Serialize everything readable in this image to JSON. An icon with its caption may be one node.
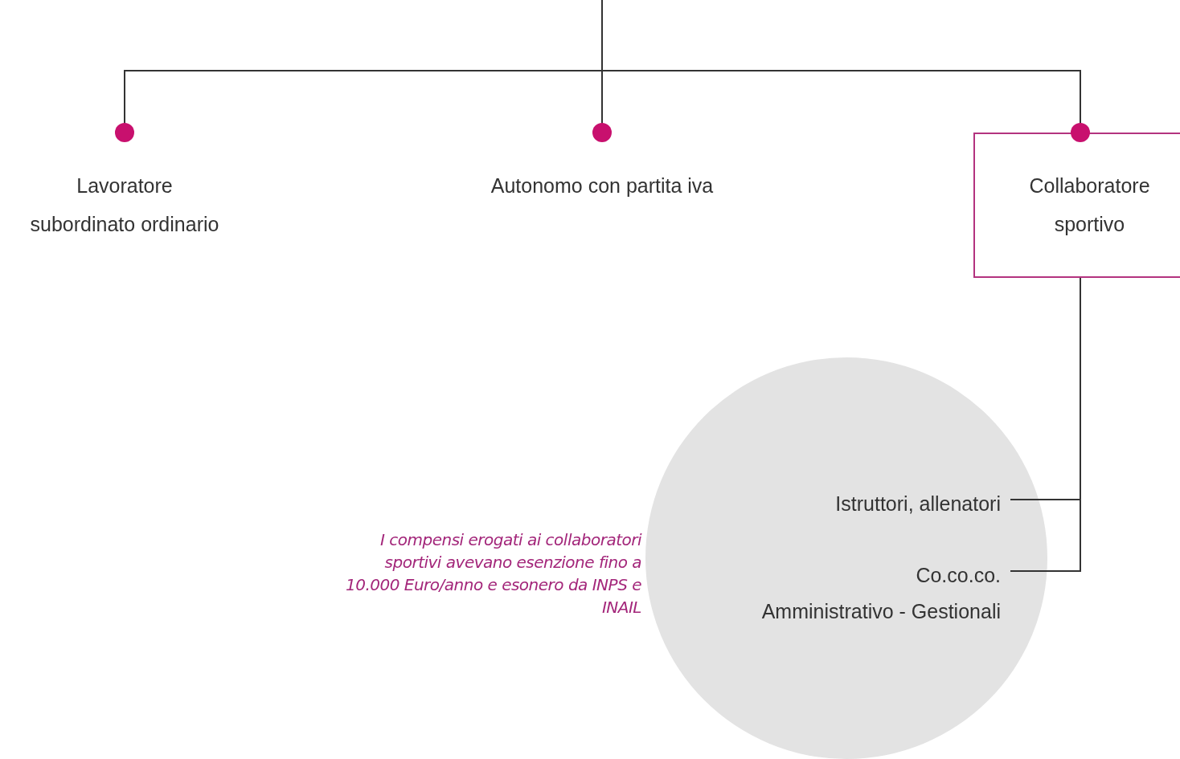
{
  "diagram": {
    "nodes": [
      {
        "text": [
          "Lavoratore subordinato ordinario"
        ]
      },
      {
        "text": [
          "Autonomo con partita iva"
        ]
      },
      {
        "text": [
          "Collaboratore sportivo"
        ]
      },
      {
        "text": [],
        "shape": "circle"
      },
      {
        "text": [
          "Istruttori, allenatori"
        ],
        "in": 3
      },
      {
        "text": [
          "Co.co.co."
        ],
        "in": 3
      },
      {
        "text": [
          "Amministrativo - Gestionali"
        ],
        "in": 3
      }
    ],
    "edges": [
      {
        "from": null,
        "to": 0,
        "arrow": "other"
      },
      {
        "from": null,
        "to": 1,
        "arrow": "other"
      },
      {
        "from": null,
        "to": 2,
        "arrow": "other"
      },
      {
        "from": 2,
        "to": 4,
        "arrow": "none"
      },
      {
        "from": 2,
        "to": 5,
        "arrow": "none"
      }
    ],
    "labels": [
      "I compensi erogati ai collaboratori sportivi avevano esenzione fino a 10.000 Euro/anno e esonero da INPS e INAIL"
    ]
  }
}
